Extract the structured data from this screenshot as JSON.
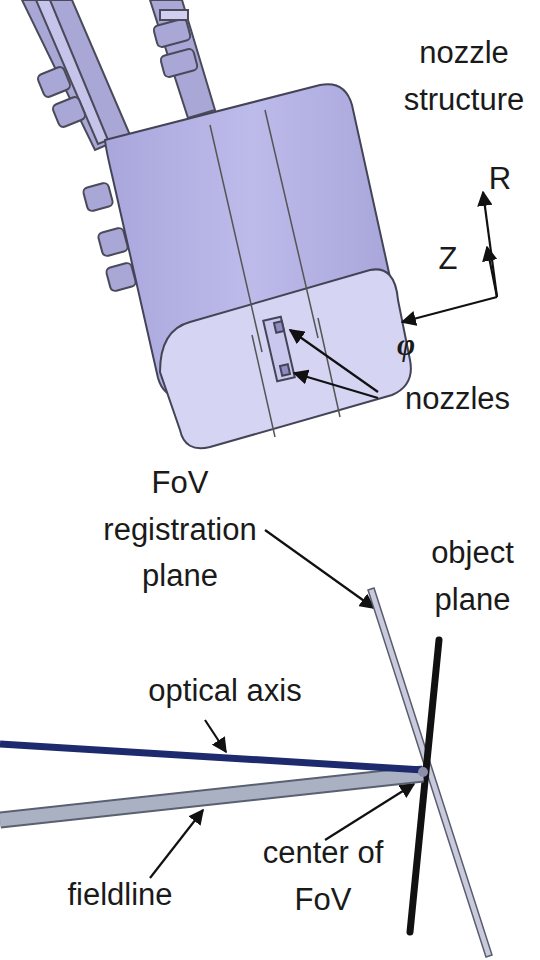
{
  "diagram": {
    "labels": [
      "nozzle structure",
      "R",
      "Z",
      "φ",
      "nozzles",
      "FoV registration plane",
      "object plane",
      "optical axis",
      "fieldline",
      "center of FoV"
    ]
  }
}
